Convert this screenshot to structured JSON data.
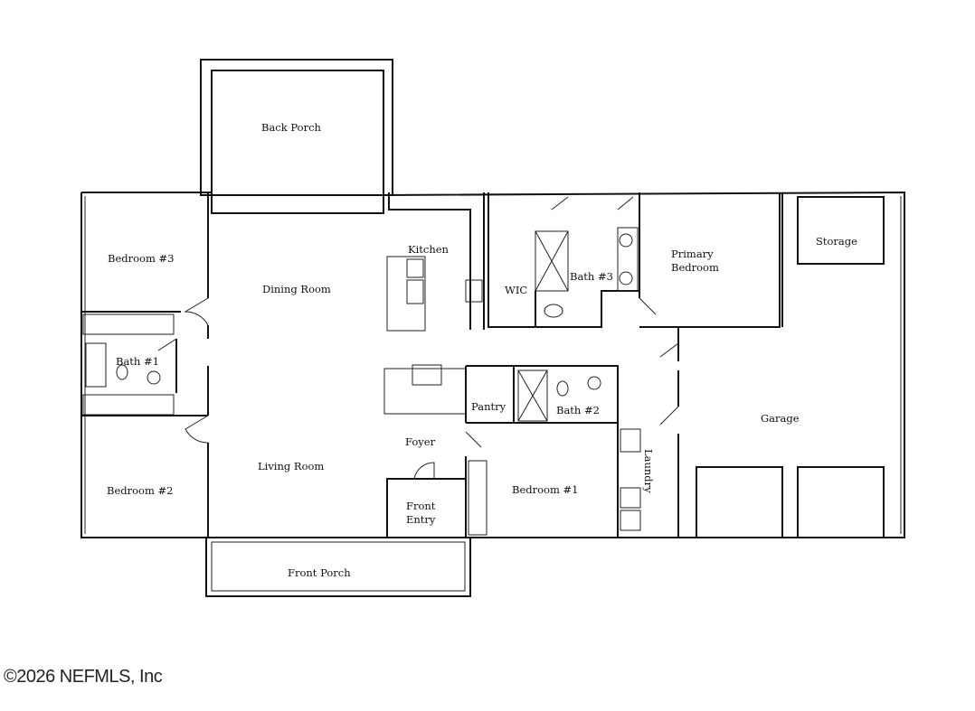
{
  "rooms": {
    "back_porch": "Back Porch",
    "bedroom3": "Bedroom #3",
    "dining": "Dining Room",
    "kitchen": "Kitchen",
    "wic": "WIC",
    "bath3": "Bath #3",
    "primary_line1": "Primary",
    "primary_line2": "Bedroom",
    "storage": "Storage",
    "bath1": "Bath #1",
    "pantry": "Pantry",
    "bath2": "Bath #2",
    "garage": "Garage",
    "foyer": "Foyer",
    "laundry": "Laundry",
    "bedroom2": "Bedroom #2",
    "living": "Living Room",
    "front_entry_line1": "Front",
    "front_entry_line2": "Entry",
    "bedroom1": "Bedroom #1",
    "front_porch": "Front Porch"
  },
  "copyright": "©2026 NEFMLS, Inc"
}
